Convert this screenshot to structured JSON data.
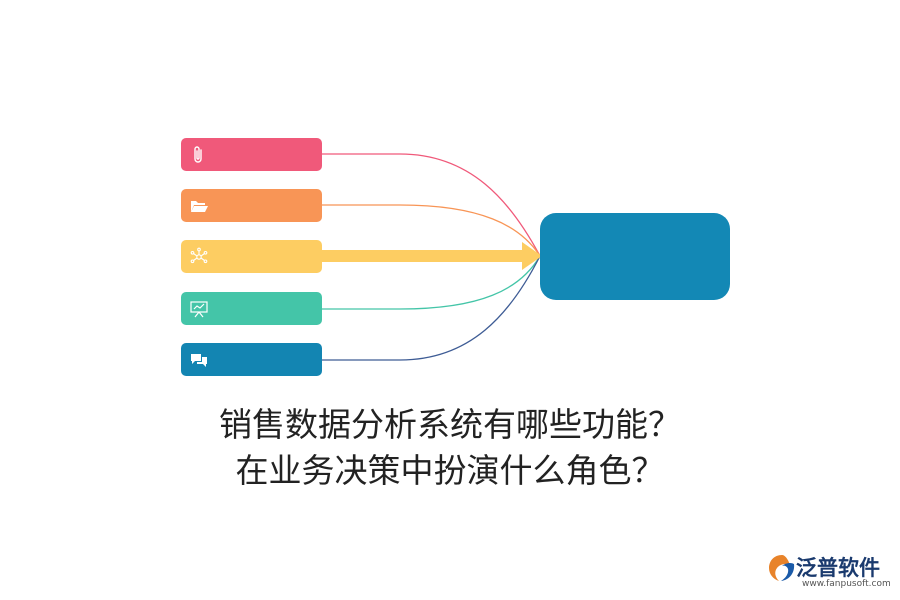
{
  "diagram": {
    "branches": [
      {
        "icon": "paperclip-icon",
        "label": "",
        "color": "#f0597a",
        "curve_color": "#f0597a"
      },
      {
        "icon": "folder-open-icon",
        "label": "",
        "color": "#f89556",
        "curve_color": "#f89556"
      },
      {
        "icon": "network-icon",
        "label": "",
        "color": "#fdcd62",
        "curve_color": "#fdcd62"
      },
      {
        "icon": "presentation-board-icon",
        "label": "",
        "color": "#44c5a8",
        "curve_color": "#44c5a8"
      },
      {
        "icon": "chat-bubbles-icon",
        "label": "",
        "color": "#1385b2",
        "curve_color": "#3e5c95"
      }
    ],
    "hub": {
      "label": "",
      "color": "#1388b5"
    },
    "highlight_arrow_color": "#fdcd62"
  },
  "title": {
    "line1": "销售数据分析系统有哪些功能？",
    "line2": "在业务决策中扮演什么角色？"
  },
  "logo": {
    "brand": "泛普软件",
    "url": "www.fanpusoft.com"
  }
}
